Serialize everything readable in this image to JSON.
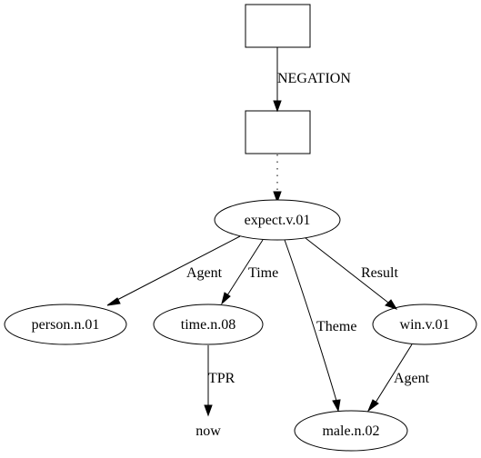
{
  "nodes": {
    "box_top": "",
    "box_mid": "",
    "expect": "expect.v.01",
    "person": "person.n.01",
    "time": "time.n.08",
    "win": "win.v.01",
    "male": "male.n.02",
    "now": "now"
  },
  "edges": {
    "negation": "NEGATION",
    "agent1": "Agent",
    "time": "Time",
    "result": "Result",
    "theme": "Theme",
    "tpr": "TPR",
    "agent2": "Agent"
  }
}
